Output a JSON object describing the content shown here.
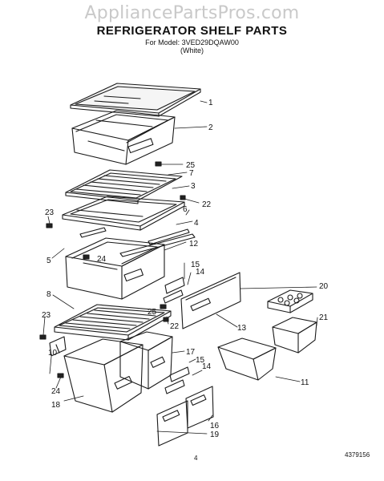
{
  "watermark": "AppliancePartsPros.com",
  "header": {
    "title": "REFRIGERATOR SHELF PARTS",
    "model_line": "For Model: 3VED29DQAW00",
    "color_line": "(White)"
  },
  "callouts": {
    "c1": "1",
    "c2": "2",
    "c3": "3",
    "c4": "4",
    "c5": "5",
    "c6": "6",
    "c7": "7",
    "c8": "8",
    "c10": "10",
    "c11": "11",
    "c12": "12",
    "c13": "13",
    "c14a": "14",
    "c14b": "14",
    "c15a": "15",
    "c15b": "15",
    "c16": "16",
    "c17": "17",
    "c18": "18",
    "c19": "19",
    "c20": "20",
    "c21": "21",
    "c22a": "22",
    "c22b": "22",
    "c23a": "23",
    "c23b": "23",
    "c24a": "24",
    "c24b": "24",
    "c25a": "25",
    "c25b": "25"
  },
  "footer": {
    "page": "4",
    "part_number": "4379156"
  }
}
